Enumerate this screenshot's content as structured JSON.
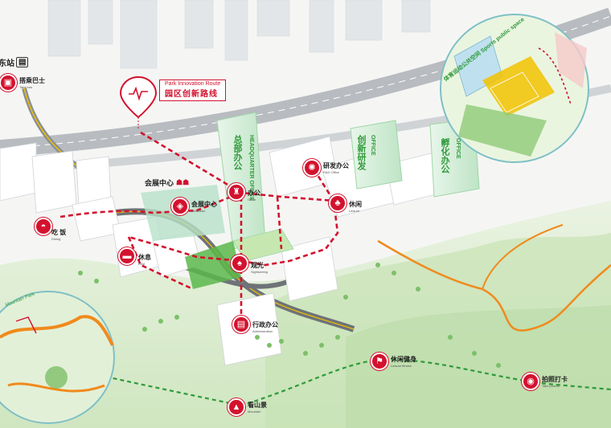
{
  "route_callout": {
    "en": "Park Innovation Route",
    "cn": "园区创新路线"
  },
  "station": {
    "label": "东站"
  },
  "sports_space": {
    "label": "体育运动公共空间 Sports public space"
  },
  "mountain_park": {
    "label": "Mountain Park"
  },
  "exhibition_hall_label": "会展中心",
  "towers": [
    {
      "cn": "总部办公",
      "en": "HEADQUARTER OFFICE"
    },
    {
      "cn": "创新研发",
      "en": "OFFICE"
    },
    {
      "cn": "孵化办公",
      "en": "OFFICE"
    }
  ],
  "pois": [
    {
      "id": "bus",
      "icon": "bus-icon",
      "glyph": "▣",
      "cn": "搭乘巴士",
      "en": "Take bus"
    },
    {
      "id": "dining",
      "icon": "bowl-icon",
      "glyph": "◓",
      "cn": "吃 饭",
      "en": "Dining"
    },
    {
      "id": "rest",
      "icon": "bed-icon",
      "glyph": "▬",
      "cn": "休息",
      "en": "Rest"
    },
    {
      "id": "exhibition",
      "icon": "exhibition-icon",
      "glyph": "◈",
      "cn": "会展中心",
      "en": "Exhibition"
    },
    {
      "id": "office",
      "icon": "desk-icon",
      "glyph": "♜",
      "cn": "办公",
      "en": "Office"
    },
    {
      "id": "rnd",
      "icon": "gear-bulb-icon",
      "glyph": "✺",
      "cn": "研发办公",
      "en": "R&D Office"
    },
    {
      "id": "leisure",
      "icon": "tree-icon",
      "glyph": "♣",
      "cn": "休闲",
      "en": "Leisure"
    },
    {
      "id": "sightseeing",
      "icon": "tree-icon",
      "glyph": "♠",
      "cn": "观光",
      "en": "Sightseeing"
    },
    {
      "id": "admin",
      "icon": "folder-icon",
      "glyph": "▤",
      "cn": "行政办公",
      "en": "Administration"
    },
    {
      "id": "fitness",
      "icon": "flag-icon",
      "glyph": "⚑",
      "cn": "休闲健身",
      "en": "Leisure fitness"
    },
    {
      "id": "mountain",
      "icon": "mountain-icon",
      "glyph": "▲",
      "cn": "看山景",
      "en": "Mountain"
    },
    {
      "id": "photo",
      "icon": "camera-icon",
      "glyph": "◉",
      "cn": "拍照打卡",
      "en": "Take photos"
    }
  ],
  "colors": {
    "route": "#d3122e",
    "trail": "#2f9a3a",
    "path_orange": "#f08a1c",
    "accent_green": "#2f9a3a"
  }
}
